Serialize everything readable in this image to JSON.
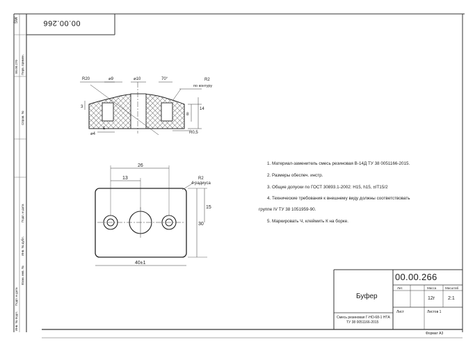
{
  "drawing": {
    "top_stamp": "00.00.266",
    "side_labels": [
      "SW",
      "Перв. примен.",
      "00.00.270",
      "Справ. №",
      "Подп. и дата",
      "Инв. № дубл.",
      "Взам. инв. №",
      "Подп. и дата",
      "Инв. № подл."
    ],
    "section_view": {
      "dims": [
        "R20",
        "⌀9",
        "⌀10",
        "70°",
        "R2",
        "по контуру",
        "3",
        "8",
        "14",
        "⌀4",
        "R0,5",
        "1"
      ]
    },
    "plan_view": {
      "dims": [
        "26",
        "13",
        "R2",
        "4 радиуса",
        "15",
        "30",
        "40±1"
      ]
    },
    "notes": [
      "1. Материал-заменитель  смесь резиновая В-14Д ТУ 38 0051166-2015.",
      "2. Размеры обеспеч. инстр.",
      "3. Общие допуски по ГОСТ 30893.1-2002: H15, h15, ±IT15/2",
      "4. Технические требования к внешнему виду должны соответствовать",
      "группе IV ТУ 38 1051959-90.",
      "5. Маркировать Ч, клеймить К на борке."
    ],
    "title_block": {
      "designation": "00.00.266",
      "name": "Буфер",
      "material_line1": "Смесь резиновая Г-НО-68-1 НТА",
      "material_line2": "ТУ 38 0051166-2015",
      "col_lit": "Лит.",
      "col_mass": "Масса",
      "col_scale": "Масштаб",
      "mass": "12г",
      "scale": "2:1",
      "sheet": "Лист",
      "sheets": "Листов 1",
      "format": "Формат А3"
    }
  }
}
